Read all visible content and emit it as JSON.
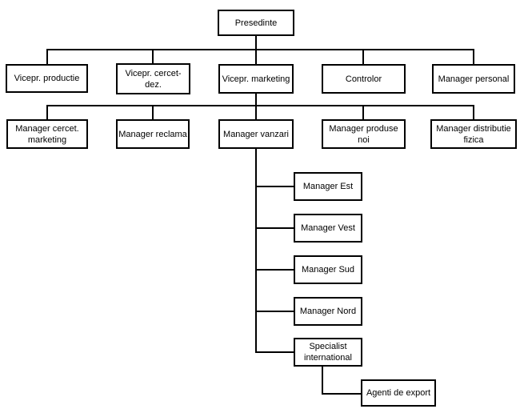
{
  "diagram": {
    "type": "org-chart",
    "colors": {
      "background": "#ffffff",
      "box_fill": "#ffffff",
      "box_border": "#000000",
      "connector": "#000000",
      "text": "#000000"
    },
    "nodes": [
      {
        "id": "presedinte",
        "label": "Presedinte",
        "reports_to": null
      },
      {
        "id": "vicepr-productie",
        "label": "Vicepr. productie",
        "reports_to": "presedinte"
      },
      {
        "id": "vicepr-cercet-dez",
        "label": "Vicepr. cercet-\ndez.",
        "reports_to": "presedinte"
      },
      {
        "id": "vicepr-marketing",
        "label": "Vicepr. marketing",
        "reports_to": "presedinte"
      },
      {
        "id": "controlor",
        "label": "Controlor",
        "reports_to": "presedinte"
      },
      {
        "id": "manager-personal",
        "label": "Manager personal",
        "reports_to": "presedinte"
      },
      {
        "id": "manager-cercet-marketing",
        "label": "Manager cercet.\nmarketing",
        "reports_to": "vicepr-marketing"
      },
      {
        "id": "manager-reclama",
        "label": "Manager reclama",
        "reports_to": "vicepr-marketing"
      },
      {
        "id": "manager-vanzari",
        "label": "Manager vanzari",
        "reports_to": "vicepr-marketing"
      },
      {
        "id": "manager-produse-noi",
        "label": "Manager produse noi",
        "reports_to": "vicepr-marketing"
      },
      {
        "id": "manager-distributie-fizica",
        "label": "Manager distributie\nfizica",
        "reports_to": "vicepr-marketing"
      },
      {
        "id": "manager-est",
        "label": "Manager Est",
        "reports_to": "manager-vanzari"
      },
      {
        "id": "manager-vest",
        "label": "Manager Vest",
        "reports_to": "manager-vanzari"
      },
      {
        "id": "manager-sud",
        "label": "Manager Sud",
        "reports_to": "manager-vanzari"
      },
      {
        "id": "manager-nord",
        "label": "Manager Nord",
        "reports_to": "manager-vanzari"
      },
      {
        "id": "specialist-international",
        "label": "Specialist\ninternational",
        "reports_to": "manager-vanzari"
      },
      {
        "id": "agenti-de-export",
        "label": "Agenti de export",
        "reports_to": "specialist-international"
      }
    ]
  }
}
